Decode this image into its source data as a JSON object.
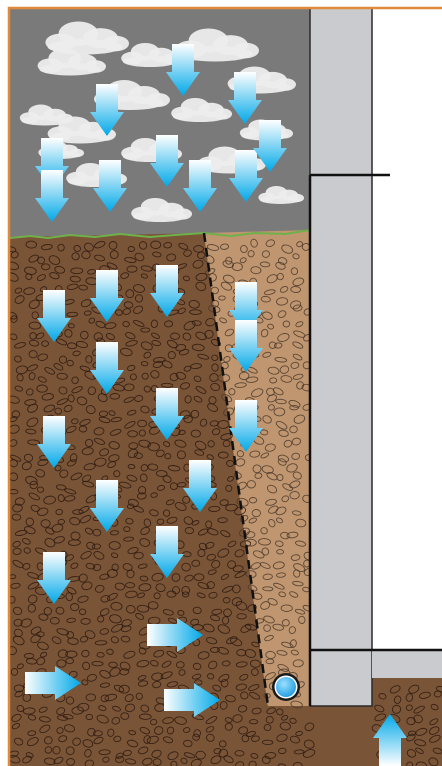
{
  "diagram": {
    "kind": "foundation-drainage-cross-section",
    "labels": [],
    "colors": {
      "frame": "#E08A3C",
      "sky": "#7A7A7A",
      "cloud": "#EDEDED",
      "grass": "#6FB04A",
      "native_soil": "#7A5437",
      "gravel_backfill": "#C09670",
      "pebble_outline_dark": "#2B1A10",
      "pebble_outline_light": "#4A3A2B",
      "foundation_wall": "#C9CBCE",
      "wall_outline": "#2A2A2A",
      "interior_floor": "#C9CBCE",
      "interior_soil": "#7A5437",
      "arrow_light": "#FFFFFF",
      "arrow_dark": "#00A8E8",
      "drain_pipe": "#1E9BE0"
    },
    "icons": {
      "down_arrow": "water-flow-down-arrow-icon",
      "right_arrow": "water-flow-right-arrow-icon",
      "up_arrow": "water-pressure-up-arrow-icon",
      "pipe": "drain-pipe-icon",
      "cloud": "cloud-icon"
    },
    "water_flow": {
      "rain_arrows": 10,
      "soil_down_arrows": 13,
      "lateral_arrows": 3,
      "upward_arrows": 1
    }
  }
}
